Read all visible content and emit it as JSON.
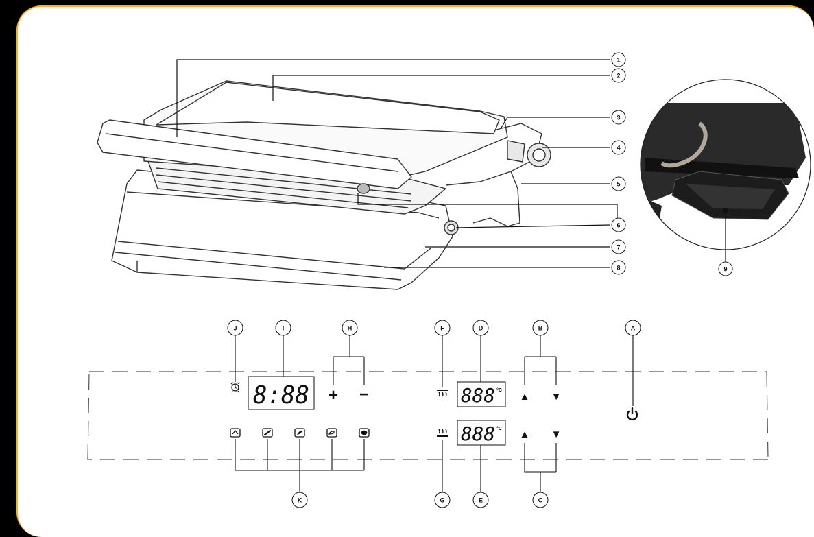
{
  "product_callouts": [
    "1",
    "2",
    "3",
    "4",
    "5",
    "6",
    "7",
    "8",
    "9"
  ],
  "panel_callouts": {
    "a": "A",
    "b": "B",
    "c": "C",
    "d": "D",
    "e": "E",
    "f": "F",
    "g": "G",
    "h": "H",
    "i": "I",
    "j": "J",
    "k": "K"
  },
  "panel": {
    "timer_display": "8:88",
    "top_temp_display": "888",
    "bottom_temp_display": "888",
    "temp_unit": "°C",
    "plus_label": "+",
    "minus_label": "−",
    "up_arrow": "▲",
    "down_arrow": "▼",
    "power_icon": "power-icon",
    "timer_icon": "alarm-clock-icon",
    "top_heat_icon": "top-plate-heat-icon",
    "bottom_heat_icon": "bottom-plate-heat-icon",
    "program_icons": [
      "vegetables-icon",
      "sausage-icon",
      "fish-icon",
      "chicken-icon",
      "steak-icon"
    ]
  },
  "colors": {
    "frame": "#f5b32a",
    "background": "#000000",
    "card": "#ffffff",
    "ink": "#111111"
  }
}
